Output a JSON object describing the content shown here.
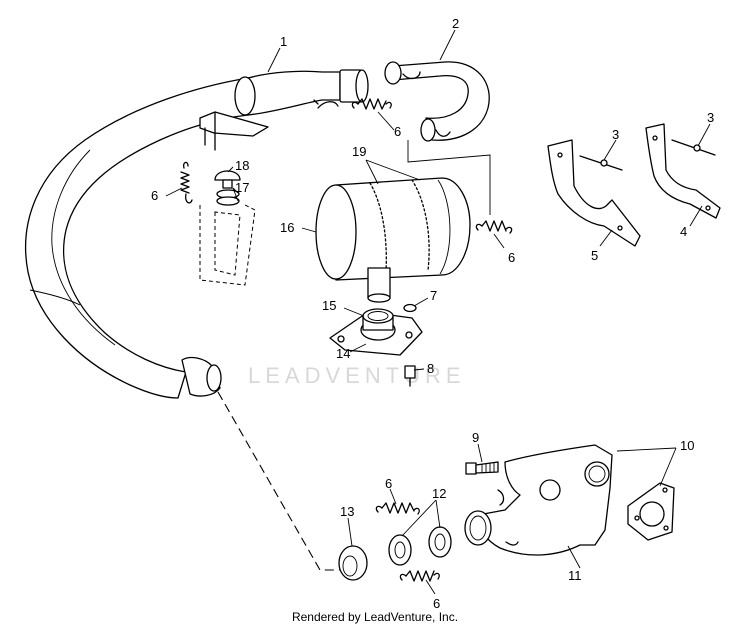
{
  "watermark": "LEADVENTURE",
  "footer_text": "Rendered by LeadVenture, Inc.",
  "callouts": {
    "n1": "1",
    "n2": "2",
    "n3a": "3",
    "n3b": "3",
    "n4": "4",
    "n5": "5",
    "n6a": "6",
    "n6b": "6",
    "n6c": "6",
    "n6d": "6",
    "n6e": "6",
    "n7": "7",
    "n8": "8",
    "n9": "9",
    "n10": "10",
    "n11": "11",
    "n12": "12",
    "n13": "13",
    "n14": "14",
    "n15": "15",
    "n16": "16",
    "n17": "17",
    "n18": "18",
    "n19": "19"
  }
}
